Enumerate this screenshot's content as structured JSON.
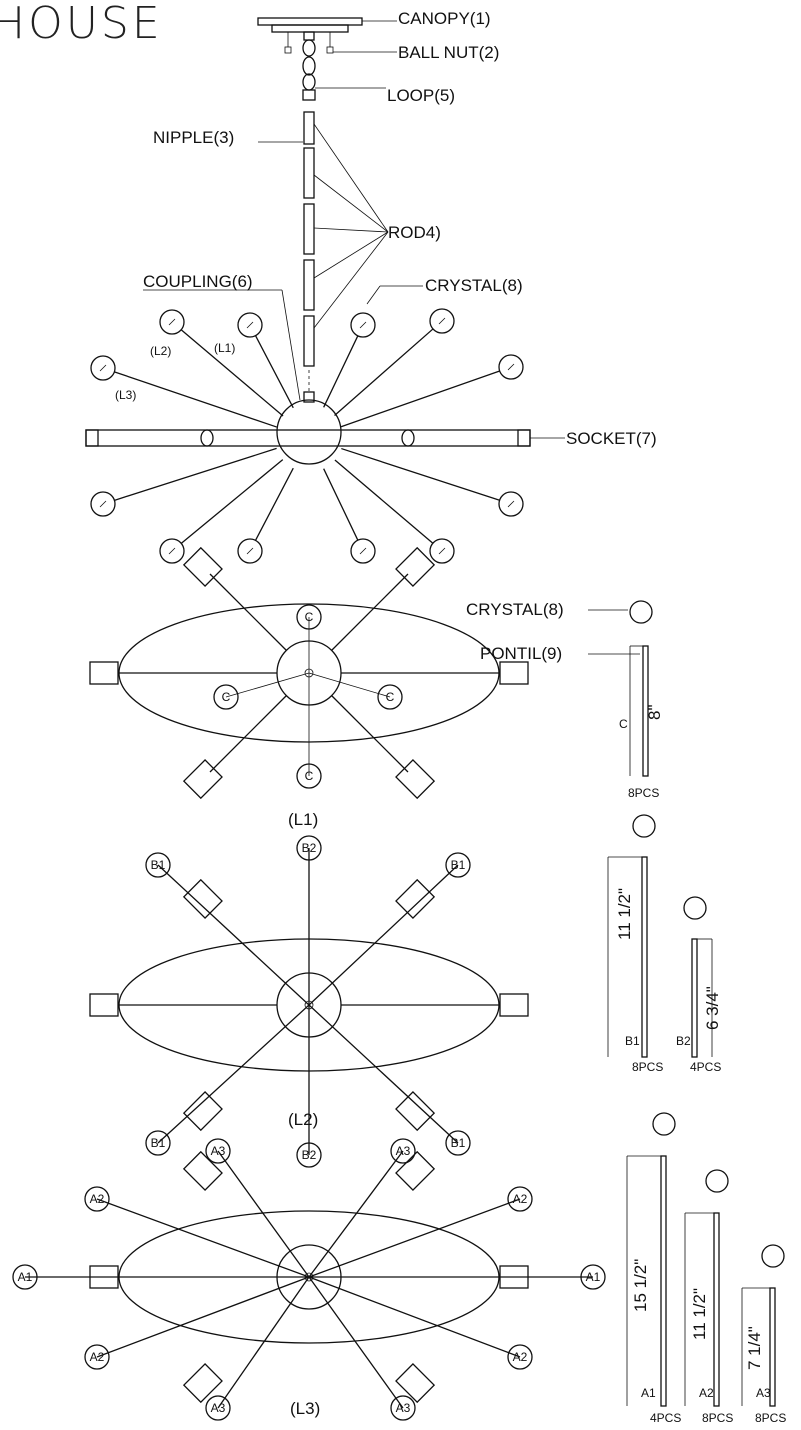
{
  "brand_text": "HOUSE",
  "top_assembly": {
    "labels": {
      "canopy": "CANOPY(1)",
      "ball_nut": "BALL NUT(2)",
      "loop": "LOOP(5)",
      "nipple": "NIPPLE(3)",
      "rod": "ROD4)",
      "coupling": "COUPLING(6)",
      "crystal": "CRYSTAL(8)",
      "socket": "SOCKET(7)",
      "l1": "(L1)",
      "l2": "(L2)",
      "l3": "(L3)"
    }
  },
  "l1_view": {
    "title": "(L1)",
    "arm_code": "C",
    "crystal_label": "CRYSTAL(8)",
    "pontil_label": "PONTIL(9)",
    "parts": [
      {
        "code": "C",
        "length": "8\"",
        "qty": "8PCS"
      }
    ]
  },
  "l2_view": {
    "title": "(L2)",
    "codes": [
      "B1",
      "B2"
    ],
    "parts": [
      {
        "code": "B1",
        "length": "11 1/2\"",
        "qty": "8PCS"
      },
      {
        "code": "B2",
        "length": "6 3/4\"",
        "qty": "4PCS"
      }
    ]
  },
  "l3_view": {
    "title": "(L3)",
    "codes": [
      "A1",
      "A2",
      "A3"
    ],
    "parts": [
      {
        "code": "A1",
        "length": "15 1/2\"",
        "qty": "4PCS"
      },
      {
        "code": "A2",
        "length": "11 1/2\"",
        "qty": "8PCS"
      },
      {
        "code": "A3",
        "length": "7 1/4\"",
        "qty": "8PCS"
      }
    ]
  }
}
